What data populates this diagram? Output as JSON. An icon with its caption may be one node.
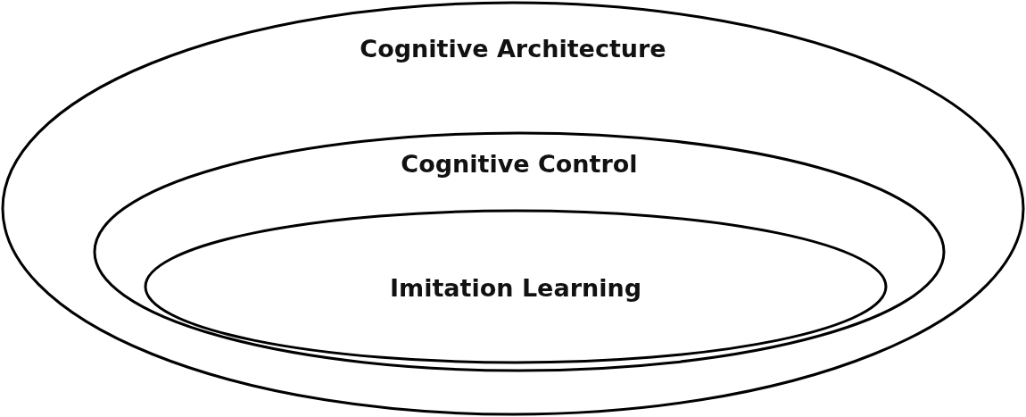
{
  "diagram": {
    "nodes": [
      {
        "text": [
          "Cognitive Architecture"
        ]
      },
      {
        "text": [
          "Cognitive Control"
        ],
        "in": 0
      },
      {
        "text": [
          "Imitation Learning"
        ],
        "in": 1
      }
    ]
  }
}
